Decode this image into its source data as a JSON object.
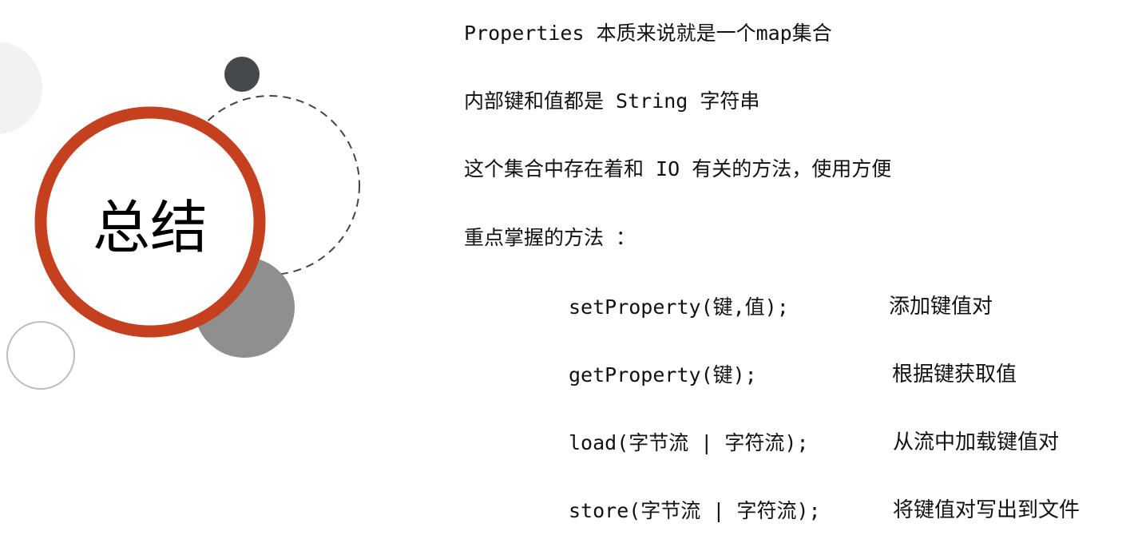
{
  "title": "总结",
  "points": [
    "Properties 本质来说就是一个map集合",
    "内部键和值都是 String 字符串",
    "这个集合中存在着和 IO 有关的方法，使用方便",
    "重点掌握的方法 ："
  ],
  "methods": [
    {
      "signature": "setProperty(键,值);",
      "description": "添加键值对"
    },
    {
      "signature": "getProperty(键);",
      "description": "根据键获取值"
    },
    {
      "signature": "load(字节流 | 字符流);",
      "description": "从流中加载键值对"
    },
    {
      "signature": "store(字节流 | 字符流);",
      "description": "将键值对写出到文件"
    }
  ],
  "colors": {
    "accent": "#c4401f",
    "dark": "#45494b",
    "gray": "#8f8f8f"
  }
}
